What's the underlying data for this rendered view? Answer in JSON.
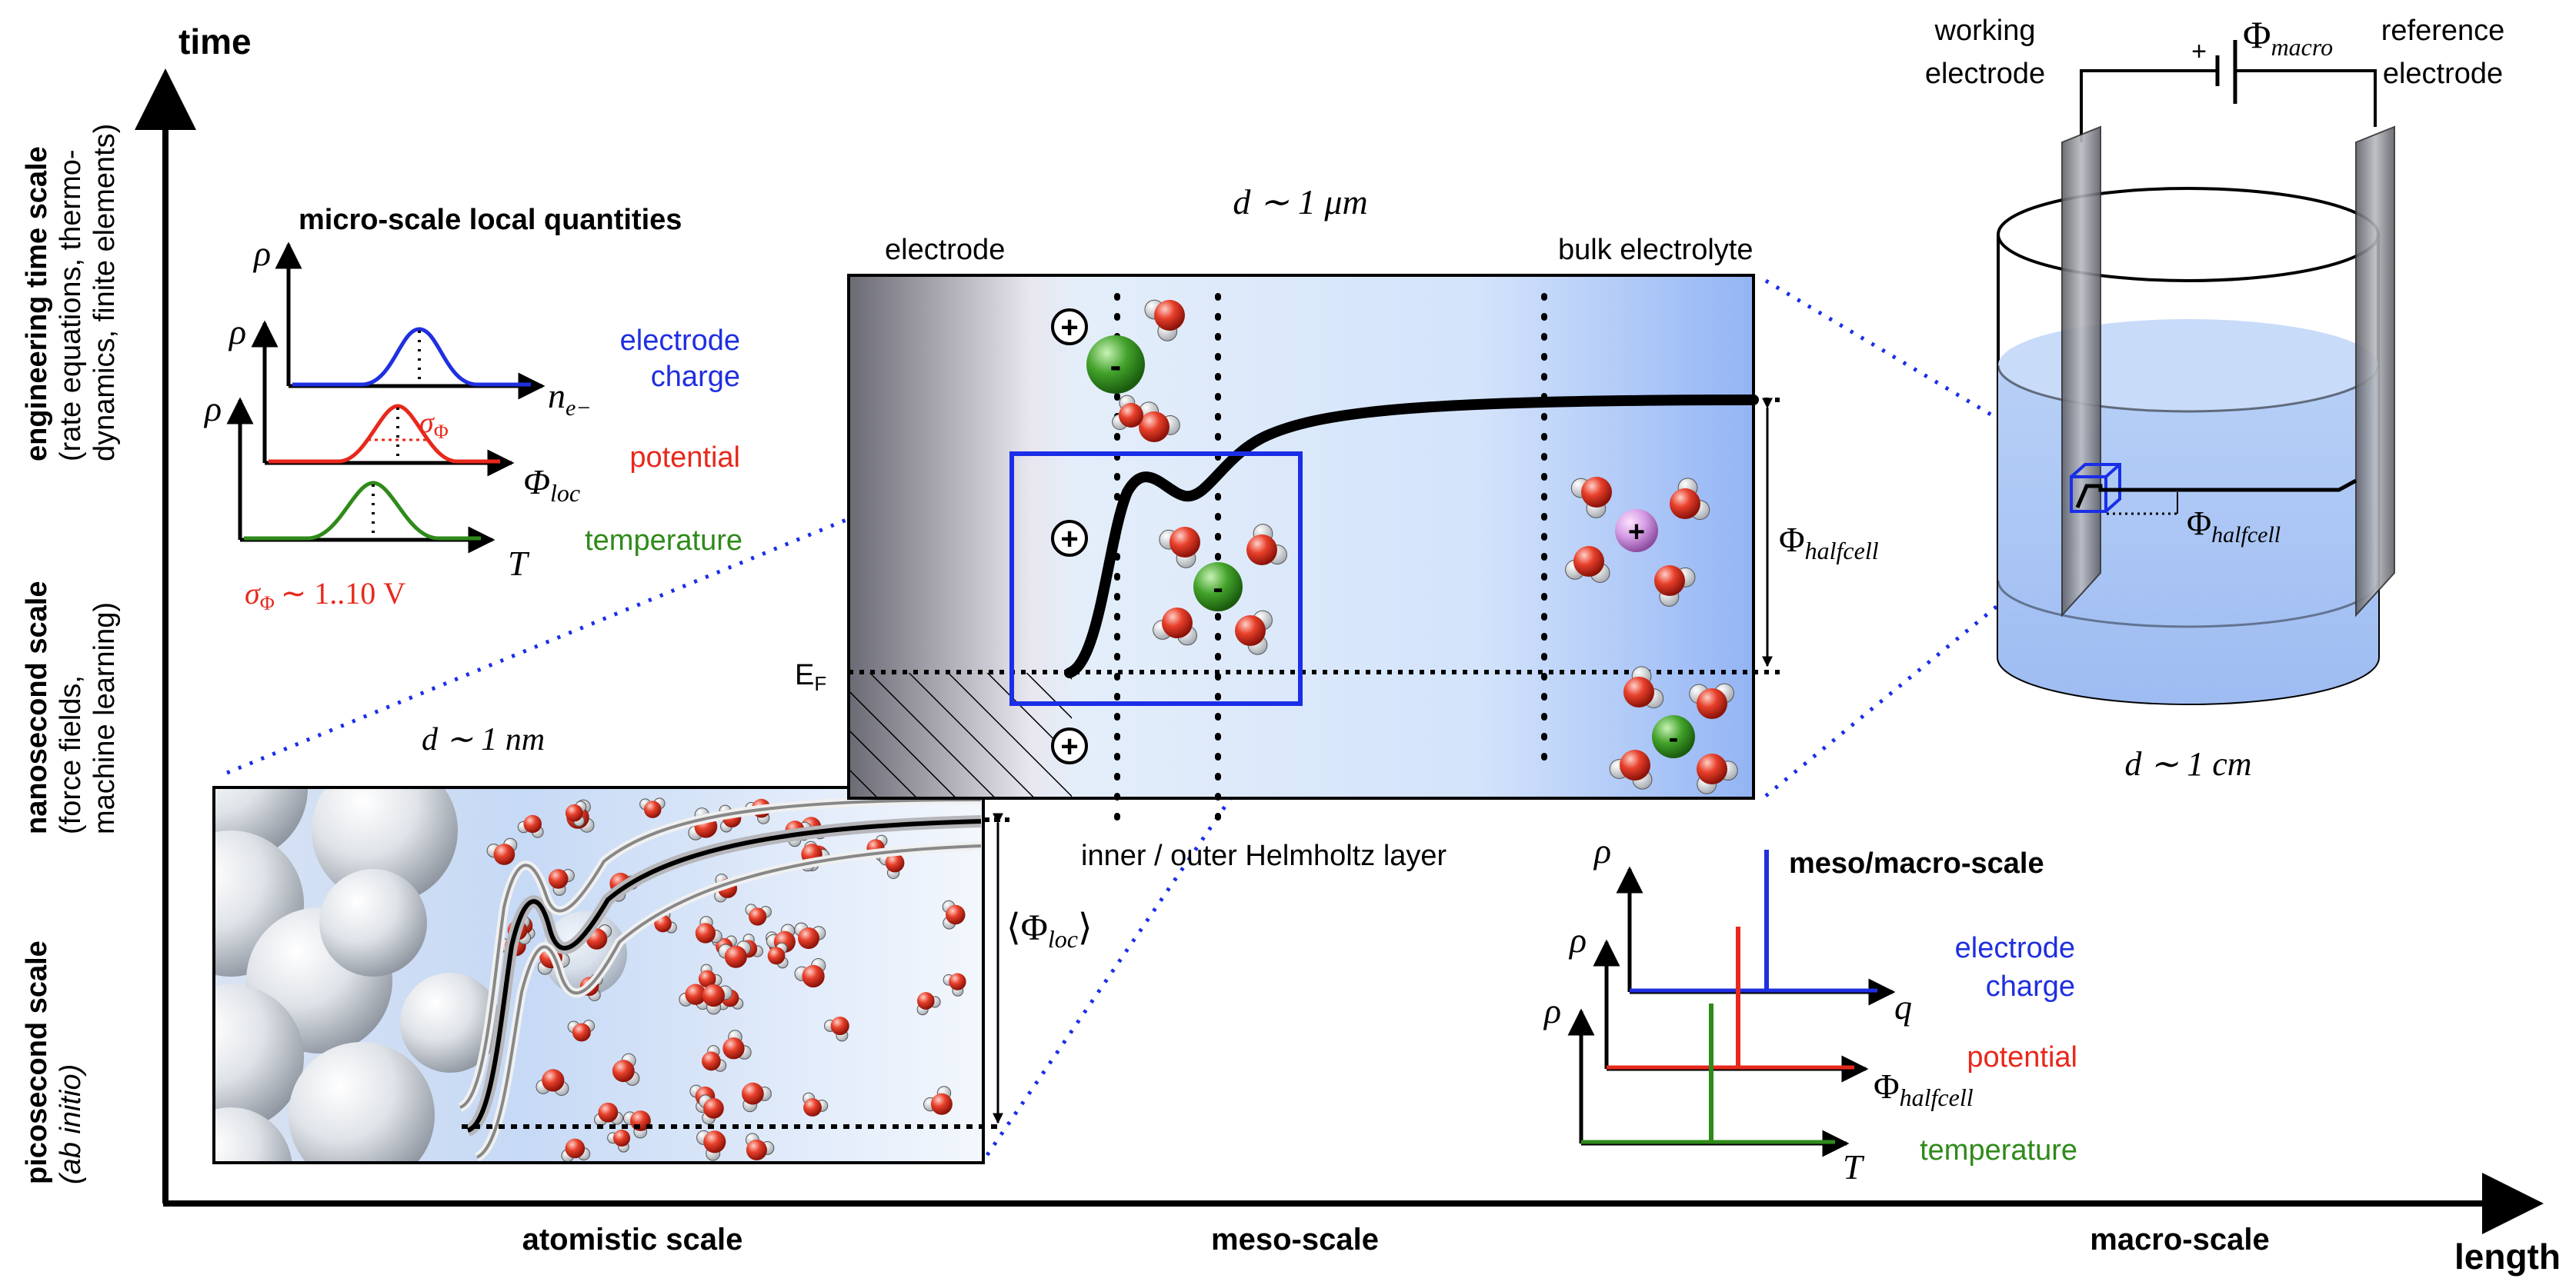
{
  "axes": {
    "x_label": "length",
    "y_label": "time",
    "x_scales": [
      "atomistic scale",
      "meso-scale",
      "macro-scale"
    ],
    "y_scales": [
      {
        "title": "engineering time scale",
        "line1": "(rate equations, thermo-",
        "line2": "dynamics, finite elements)"
      },
      {
        "title": "nanosecond scale",
        "line1": "(force fields,",
        "line2": "machine learning)"
      },
      {
        "title": "picosecond scale",
        "line1": "(ab initio)",
        "line2": ""
      }
    ]
  },
  "micro": {
    "title": "micro-scale local quantities",
    "rho": "ρ",
    "series": [
      {
        "label1": "electrode",
        "label2": "charge",
        "axis": "n",
        "axis_sub": "e−",
        "color": "#1f2fe0"
      },
      {
        "label1": "potential",
        "label2": "",
        "axis": "Φ",
        "axis_sub": "loc",
        "color": "#e8281c"
      },
      {
        "label1": "temperature",
        "label2": "",
        "axis": "T",
        "axis_sub": "",
        "color": "#2f8a1a"
      }
    ],
    "sigma": "σ",
    "sigma_sub": "Φ",
    "sigma_range": "σ",
    "sigma_range_sub": "Φ",
    "sigma_range_val": "∼ 1..10 V"
  },
  "atomistic": {
    "scale": "d ∼ 1 nm",
    "phi_loc_open": "⟨Φ",
    "phi_loc_sub": "loc",
    "phi_loc_close": "⟩"
  },
  "meso": {
    "scale": "d ∼ 1 μm",
    "electrode_label": "electrode",
    "bulk_label": "bulk electrolyte",
    "fermi": "E",
    "fermi_sub": "F",
    "helmholtz": "inner / outer Helmholtz layer",
    "phi_half": "Φ",
    "phi_half_sub": "halfcell",
    "plus": "+",
    "minus": "-"
  },
  "macro": {
    "scale": "d ∼ 1 cm",
    "working": [
      "working",
      "electrode"
    ],
    "reference": [
      "reference",
      "electrode"
    ],
    "phi_macro": "Φ",
    "phi_macro_sub": "macro",
    "phi_half": "Φ",
    "phi_half_sub": "halfcell",
    "plus": "+"
  },
  "mesomacro": {
    "title": "meso/macro-scale",
    "rho": "ρ",
    "series": [
      {
        "label1": "electrode",
        "label2": "charge",
        "axis": "q",
        "axis_sub": "",
        "color": "#1f2fe0"
      },
      {
        "label1": "potential",
        "label2": "",
        "axis": "Φ",
        "axis_sub": "halfcell",
        "color": "#e8281c"
      },
      {
        "label1": "temperature",
        "label2": "",
        "axis": "T",
        "axis_sub": "",
        "color": "#2f8a1a"
      }
    ]
  }
}
